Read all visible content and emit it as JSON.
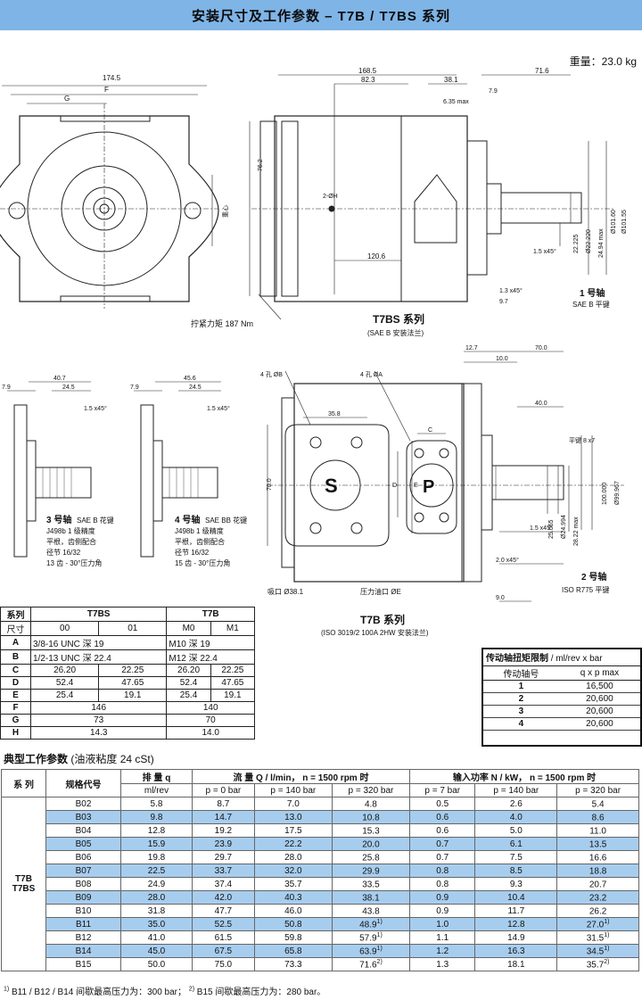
{
  "title": "安装尺寸及工作参数 – T7B / T7BS 系列",
  "weight": "重量：23.0 kg",
  "drawing": {
    "dims_top": [
      "174.5",
      "F",
      "G",
      "168.5",
      "82.3",
      "38.1",
      "71.6",
      "6.35 max",
      "7.9",
      "76.2",
      "120.6",
      "22.225",
      "Ø22.220",
      "24.94 max",
      "Ø101.60",
      "Ø101.55",
      "1.5 x45°",
      "1.3 x45°",
      "9.7",
      "2-ØH",
      "重心"
    ],
    "torque_label": "拧紧力矩 187 Nm",
    "t7bs_label": "T7BS 系列",
    "t7bs_sub": "(SAE B 安装法兰)",
    "shaft1_label": "1 号轴",
    "shaft1_sub": "SAE B 平键",
    "shaft3": {
      "title": "3 号轴",
      "type": "SAE B 花键",
      "lines": [
        "J498b 1 级精度",
        "平根，齿侧配合",
        "径节 16/32",
        "13 齿 - 30°压力角"
      ],
      "dims": [
        "7.9",
        "40.7",
        "24.5",
        "1.5 x45°"
      ]
    },
    "shaft4": {
      "title": "4 号轴",
      "type": "SAE BB 花键",
      "lines": [
        "J498b 1 级精度",
        "平根，齿侧配合",
        "径节 16/32",
        "15 齿 - 30°压力角"
      ],
      "dims": [
        "7.9",
        "45.6",
        "24.5",
        "1.5 x45°"
      ]
    },
    "t7b_dims": [
      "4 孔 ØB",
      "4 孔 ØA",
      "35.8",
      "C",
      "D",
      "E",
      "70.0",
      "12.7",
      "70.0",
      "10.0",
      "40.0",
      "平键 8 x7",
      "100.000",
      "Ø99.967",
      "25.065",
      "Ø24.994",
      "28.22 max",
      "1.5 x45°",
      "2.0 x45°",
      "9.0"
    ],
    "inlet_label": "吸口 Ø38.1",
    "outlet_label": "压力油口 ØE",
    "port_s": "S",
    "port_p": "P",
    "shaft2_label": "2 号轴",
    "shaft2_sub": "ISO R775 平键",
    "t7b_label": "T7B 系列",
    "t7b_sub": "(ISO 3019/2 100A 2HW 安装法兰)"
  },
  "dim_table": {
    "h_series": "系列",
    "h_size": "尺寸",
    "g1": "T7BS",
    "g2": "T7B",
    "cols": [
      "00",
      "01",
      "M0",
      "M1"
    ],
    "rows": [
      {
        "k": "A",
        "c": [
          "3/8-16 UNC 深 19",
          "",
          "M10 深 19",
          ""
        ]
      },
      {
        "k": "B",
        "c": [
          "1/2-13 UNC 深 22.4",
          "",
          "M12 深 22.4",
          ""
        ]
      },
      {
        "k": "C",
        "c": [
          "26.20",
          "22.25",
          "26.20",
          "22.25"
        ]
      },
      {
        "k": "D",
        "c": [
          "52.4",
          "47.65",
          "52.4",
          "47.65"
        ]
      },
      {
        "k": "E",
        "c": [
          "25.4",
          "19.1",
          "25.4",
          "19.1"
        ]
      },
      {
        "k": "F",
        "m": [
          "146",
          "140"
        ]
      },
      {
        "k": "G",
        "m": [
          "73",
          "70"
        ]
      },
      {
        "k": "H",
        "m": [
          "14.3",
          "14.0"
        ]
      }
    ]
  },
  "torque_table": {
    "title": "传动轴扭矩限制",
    "unit": "/ ml/rev x bar",
    "h1": "传动轴号",
    "h2": "q x p max",
    "rows": [
      {
        "shaft": "1",
        "v": "16,500"
      },
      {
        "shaft": "2",
        "v": "20,600"
      },
      {
        "shaft": "3",
        "v": "20,600"
      },
      {
        "shaft": "4",
        "v": "20,600"
      }
    ]
  },
  "params": {
    "title": "典型工作参数",
    "title_note": "(油液粘度 24 cSt)",
    "h_series": "系 列",
    "h_code": "规格代号",
    "h_disp": "排 量 q",
    "h_disp_unit": "ml/rev",
    "h_flow": "流 量 Q / l/min， n = 1500 rpm 时",
    "h_power": "输入功率 N / kW， n = 1500 rpm 时",
    "sub": [
      "p = 0 bar",
      "p = 140 bar",
      "p = 320 bar",
      "p = 7 bar",
      "p = 140 bar",
      "p = 320 bar"
    ],
    "series_name_1": "T7B",
    "series_name_2": "T7BS",
    "rows": [
      {
        "code": "B02",
        "q": "5.8",
        "f0": "8.7",
        "f140": "7.0",
        "f320": "4.8",
        "n7": "0.5",
        "n140": "2.6",
        "n320": "5.4",
        "fn": "",
        "nn": "",
        "blue": false
      },
      {
        "code": "B03",
        "q": "9.8",
        "f0": "14.7",
        "f140": "13.0",
        "f320": "10.8",
        "n7": "0.6",
        "n140": "4.0",
        "n320": "8.6",
        "fn": "",
        "nn": "",
        "blue": true
      },
      {
        "code": "B04",
        "q": "12.8",
        "f0": "19.2",
        "f140": "17.5",
        "f320": "15.3",
        "n7": "0.6",
        "n140": "5.0",
        "n320": "11.0",
        "fn": "",
        "nn": "",
        "blue": false
      },
      {
        "code": "B05",
        "q": "15.9",
        "f0": "23.9",
        "f140": "22.2",
        "f320": "20.0",
        "n7": "0.7",
        "n140": "6.1",
        "n320": "13.5",
        "fn": "",
        "nn": "",
        "blue": true
      },
      {
        "code": "B06",
        "q": "19.8",
        "f0": "29.7",
        "f140": "28.0",
        "f320": "25.8",
        "n7": "0.7",
        "n140": "7.5",
        "n320": "16.6",
        "fn": "",
        "nn": "",
        "blue": false
      },
      {
        "code": "B07",
        "q": "22.5",
        "f0": "33.7",
        "f140": "32.0",
        "f320": "29.9",
        "n7": "0.8",
        "n140": "8.5",
        "n320": "18.8",
        "fn": "",
        "nn": "",
        "blue": true
      },
      {
        "code": "B08",
        "q": "24.9",
        "f0": "37.4",
        "f140": "35.7",
        "f320": "33.5",
        "n7": "0.8",
        "n140": "9.3",
        "n320": "20.7",
        "fn": "",
        "nn": "",
        "blue": false
      },
      {
        "code": "B09",
        "q": "28.0",
        "f0": "42.0",
        "f140": "40.3",
        "f320": "38.1",
        "n7": "0.9",
        "n140": "10.4",
        "n320": "23.2",
        "fn": "",
        "nn": "",
        "blue": true
      },
      {
        "code": "B10",
        "q": "31.8",
        "f0": "47.7",
        "f140": "46.0",
        "f320": "43.8",
        "n7": "0.9",
        "n140": "11.7",
        "n320": "26.2",
        "fn": "",
        "nn": "",
        "blue": false
      },
      {
        "code": "B11",
        "q": "35.0",
        "f0": "52.5",
        "f140": "50.8",
        "f320": "48.9",
        "n7": "1.0",
        "n140": "12.8",
        "n320": "27.0",
        "fn": "1)",
        "nn": "1)",
        "blue": true
      },
      {
        "code": "B12",
        "q": "41.0",
        "f0": "61.5",
        "f140": "59.8",
        "f320": "57.9",
        "n7": "1.1",
        "n140": "14.9",
        "n320": "31.5",
        "fn": "1)",
        "nn": "1)",
        "blue": false
      },
      {
        "code": "B14",
        "q": "45.0",
        "f0": "67.5",
        "f140": "65.8",
        "f320": "63.9",
        "n7": "1.2",
        "n140": "16.3",
        "n320": "34.5",
        "fn": "1)",
        "nn": "1)",
        "blue": true
      },
      {
        "code": "B15",
        "q": "50.0",
        "f0": "75.0",
        "f140": "73.3",
        "f320": "71.6",
        "n7": "1.3",
        "n140": "18.1",
        "n320": "35.7",
        "fn": "2)",
        "nn": "2)",
        "blue": false
      }
    ]
  },
  "footnote": {
    "m1": "1)",
    "t1": " B11 / B12 / B14 间歇最高压力为：300 bar；",
    "m2": "2)",
    "t2": " B15 间歇最高压力为：280 bar。"
  }
}
